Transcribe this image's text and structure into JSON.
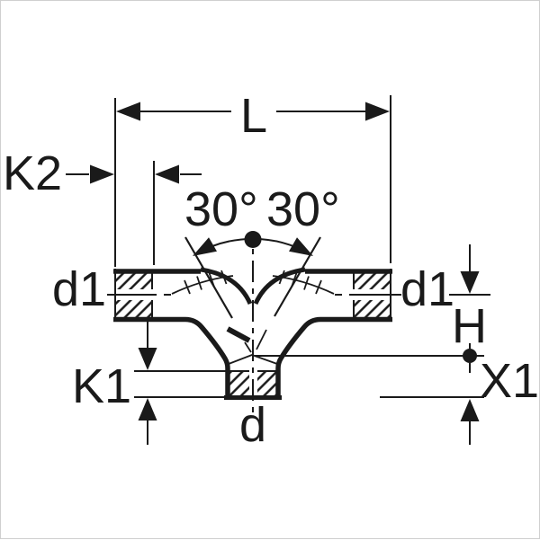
{
  "diagram": {
    "type": "technical-drawing",
    "subject": "pipe-branch-fitting-cross-section",
    "colors": {
      "line": "#1a1a1a",
      "background": "#ffffff",
      "hatch": "#1a1a1a",
      "border": "#cfcfcf"
    },
    "labels": {
      "overall_length": "L",
      "side_socket_depth": "K2",
      "branch_angle_left": "30°",
      "branch_angle_right": "30°",
      "inlet_diameter_left": "d1",
      "inlet_diameter_right": "d1",
      "height_to_axis_intersection": "H",
      "bottom_socket_depth": "K1",
      "bottom_offset": "X1",
      "outlet_diameter": "d"
    }
  }
}
